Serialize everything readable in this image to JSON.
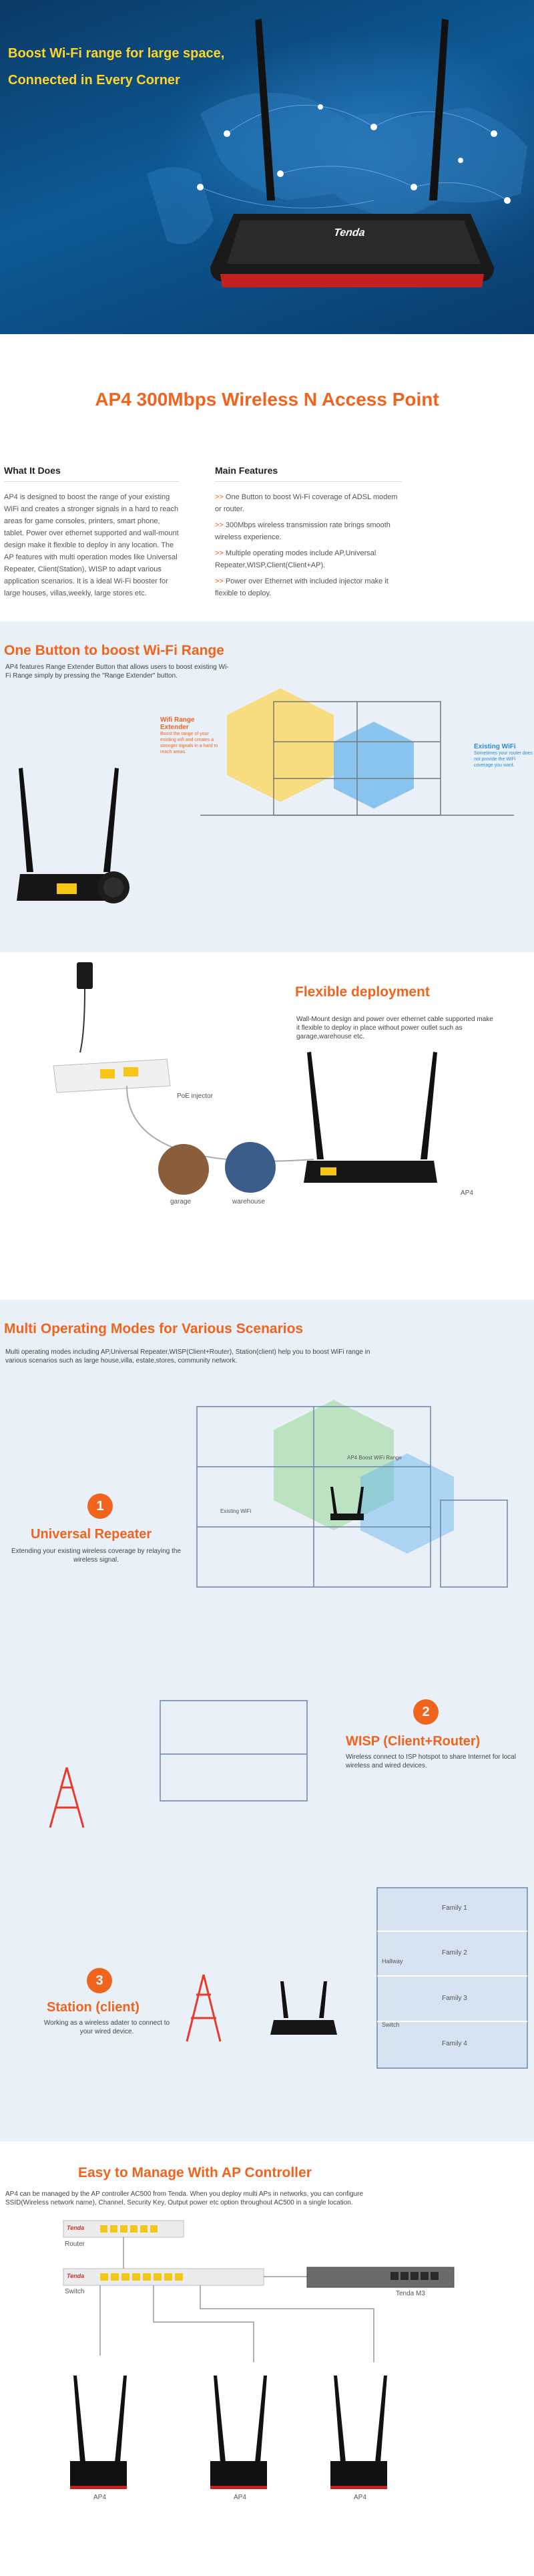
{
  "hero": {
    "line1": "Boost Wi-Fi range for large space,",
    "line2": "Connected in Every Corner",
    "brand": "Tenda"
  },
  "product": {
    "title": "AP4 300Mbps Wireless N Access Point"
  },
  "what_it_does": {
    "heading": "What It Does",
    "body": "AP4 is designed to boost the range of your existing WiFi and creates a stronger signals in a hard to reach areas for game consoles, printers, smart phone, tablet. Power over ethernet supported and wall-mount design make it flexible to deploy in any location. The AP features with multi operation modes like Universal Repeater, Client(Station), WISP to adapt various application scenarios. It is a ideal Wi-Fi booster for large houses, villas,weekly, large stores etc."
  },
  "main_features": {
    "heading": "Main Features",
    "items": [
      "One Button to boost Wi-Fi coverage of ADSL modem or router.",
      "300Mbps wireless transmission rate brings smooth wireless experience.",
      "Multiple operating modes include AP,Universal Repeater,WISP,Client(Client+AP).",
      "Power over Ethernet with included injector make it flexible to deploy."
    ]
  },
  "one_button": {
    "title": "One Button to boost Wi-Fi Range",
    "desc": "AP4 features Range Extender Button that allows users to boost existing Wi-Fi Range simply by pressing the \"Range Extender\" button.",
    "wifi_range_title": "Wifi Range Extender",
    "wifi_range_desc": "Boost the range of your existing wifi and creates a stronger signals in a hard to reach areas.",
    "existing_title": "Existing WiFi",
    "existing_desc": "Sometimes your router does not provide the WiFi coverage you want."
  },
  "flexible": {
    "title": "Flexible deployment",
    "desc": "Wall-Mount design and power over ethernet cable supported make it flexible to deploy in place without power outlet such as garage,warehouse etc.",
    "poe_label": "PoE injector",
    "garage_label": "garage",
    "warehouse_label": "warehouse",
    "ap_label": "AP4"
  },
  "modes": {
    "title": "Multi Operating Modes for Various Scenarios",
    "desc": "Multi operating modes including AP,Universal Repeater,WISP(Client+Router), Station(client) help you to boost WiFi range in various scenarios such as large house,villa, estate,stores, community network.",
    "repeater": {
      "num": "1",
      "title": "Universal Repeater",
      "desc": "Extending your existing wireless coverage by relaying the wireless signal.",
      "boost_label": "AP4 Boost WiFi Range",
      "existing_label": "Existing WiFi"
    },
    "wisp": {
      "num": "2",
      "title": "WISP (Client+Router)",
      "desc": "Wireless connect to ISP hotspot to share Internet for local wireless and wired devices."
    },
    "station": {
      "num": "3",
      "title": "Station (client)",
      "desc": "Working as a wireless adater to connect to your wired device.",
      "hallway": "Hallway",
      "switch": "Switch",
      "families": [
        "Family 1",
        "Family 2",
        "Family 3",
        "Family 4"
      ]
    }
  },
  "controller": {
    "title": "Easy to Manage With AP Controller",
    "desc": "AP4 can be managed by the AP controller AC500 from Tenda. When you deploy multi APs in networks, you can configure SSID(Wireless network name), Channel, Security Key, Output power etc option throughout AC500 in a single location.",
    "router_label": "Router",
    "switch_label": "Switch",
    "controller_label": "Tenda  M3",
    "ap_labels": [
      "AP4",
      "AP4",
      "AP4"
    ],
    "brand": "Tenda"
  }
}
